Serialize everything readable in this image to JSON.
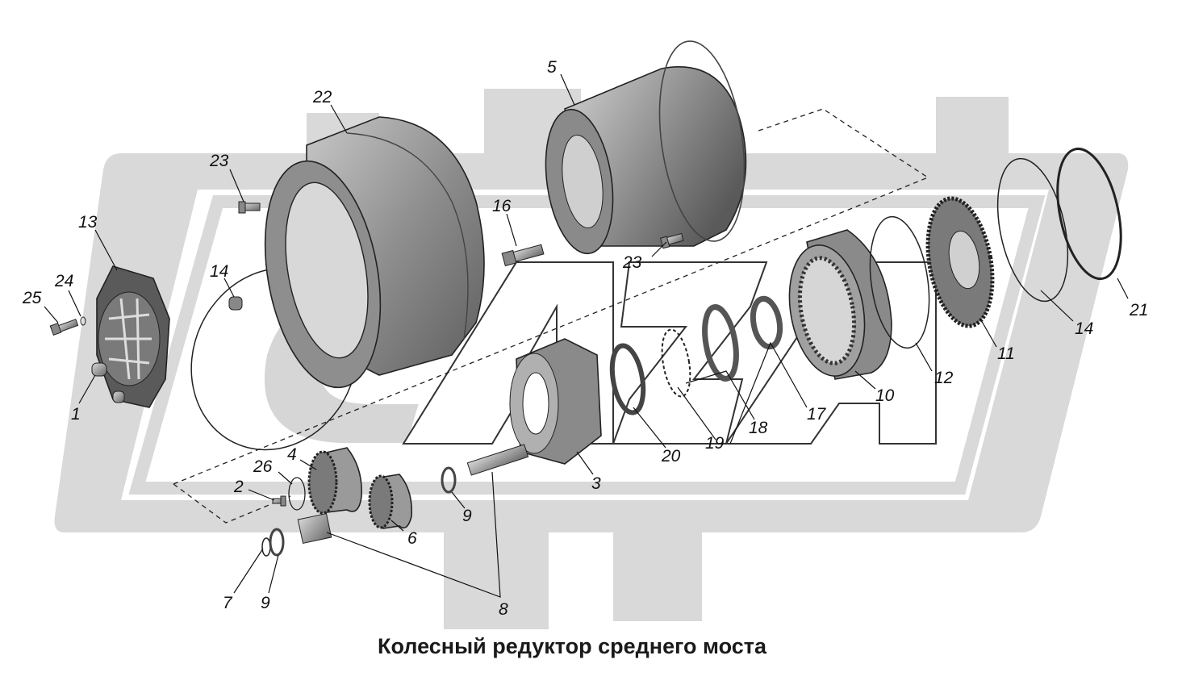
{
  "title": "Колесный редуктор среднего моста",
  "callouts": [
    {
      "id": "c25",
      "text": "25"
    },
    {
      "id": "c24",
      "text": "24"
    },
    {
      "id": "c13",
      "text": "13"
    },
    {
      "id": "c1",
      "text": "1"
    },
    {
      "id": "c14a",
      "text": "14"
    },
    {
      "id": "c23a",
      "text": "23"
    },
    {
      "id": "c22",
      "text": "22"
    },
    {
      "id": "c16",
      "text": "16"
    },
    {
      "id": "c5",
      "text": "5"
    },
    {
      "id": "c23b",
      "text": "23"
    },
    {
      "id": "c26",
      "text": "26"
    },
    {
      "id": "c4",
      "text": "4"
    },
    {
      "id": "c2",
      "text": "2"
    },
    {
      "id": "c6",
      "text": "6"
    },
    {
      "id": "c7",
      "text": "7"
    },
    {
      "id": "c9a",
      "text": "9"
    },
    {
      "id": "c8",
      "text": "8"
    },
    {
      "id": "c9b",
      "text": "9"
    },
    {
      "id": "c3",
      "text": "3"
    },
    {
      "id": "c20",
      "text": "20"
    },
    {
      "id": "c19",
      "text": "19"
    },
    {
      "id": "c18",
      "text": "18"
    },
    {
      "id": "c17",
      "text": "17"
    },
    {
      "id": "c10",
      "text": "10"
    },
    {
      "id": "c12",
      "text": "12"
    },
    {
      "id": "c11",
      "text": "11"
    },
    {
      "id": "c14b",
      "text": "14"
    },
    {
      "id": "c21",
      "text": "21"
    }
  ],
  "colors": {
    "watermark": "#d4d4d4",
    "part_fill": "#9a9a9a",
    "part_dark": "#6e6e6e",
    "part_light": "#cfcfcf"
  }
}
